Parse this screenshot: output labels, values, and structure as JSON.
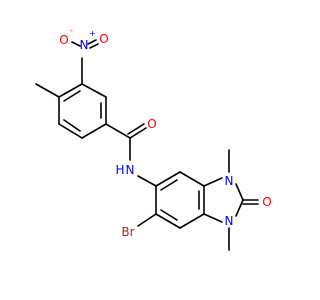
{
  "molecule": {
    "atoms": {
      "o_nitro_minus": "O",
      "minus_charge": "-",
      "n_nitro": "N",
      "plus_charge": "+",
      "o_nitro_double": "O",
      "o_amide": "O",
      "n_amide": "N",
      "h_amide": "H",
      "n_ring_top": "N",
      "o_carbonyl": "O",
      "n_ring_bottom": "N",
      "br": "Br"
    },
    "colors": {
      "bond": "#000000",
      "oxygen": "#ff0000",
      "nitrogen": "#0000ff",
      "bromine": "#a52a2a"
    }
  }
}
